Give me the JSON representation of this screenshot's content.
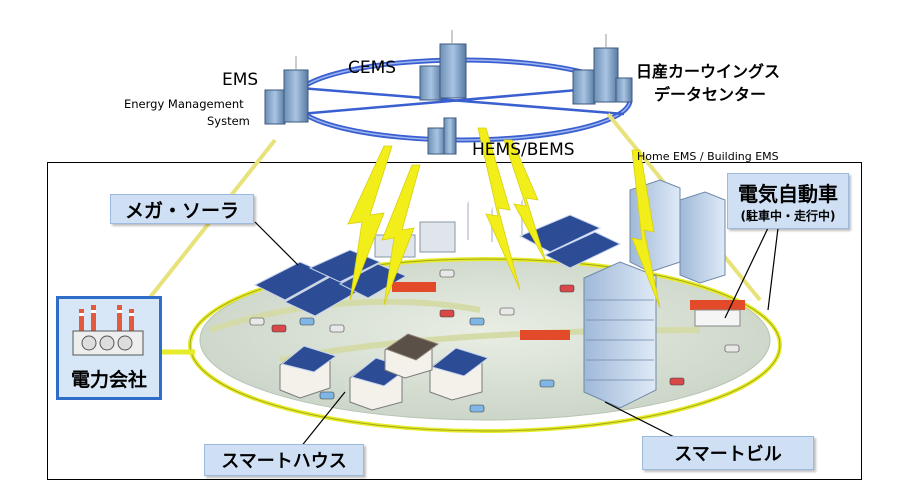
{
  "top": {
    "ems": "EMS",
    "ems_sub1": "Energy Management",
    "ems_sub2": "System",
    "cems": "CEMS",
    "nissan_line1": "日産カーウイングス",
    "nissan_line2": "データセンター",
    "hems_bems": "HEMS/BEMS",
    "home_building": "Home EMS / Building EMS"
  },
  "labels": {
    "mega_solar": "メガ・ソーラ",
    "ev_title": "電気自動車",
    "ev_sub": "(駐車中・走行中)",
    "utility": "電力会社",
    "smart_house": "スマートハウス",
    "smart_building": "スマートビル"
  },
  "colors": {
    "ring": "#3a5fd0",
    "ground_ring": "#e7ec2a",
    "lightning": "#f2ee1a",
    "badge": "#cfe0f5",
    "utility_border": "#2f6ec8"
  }
}
